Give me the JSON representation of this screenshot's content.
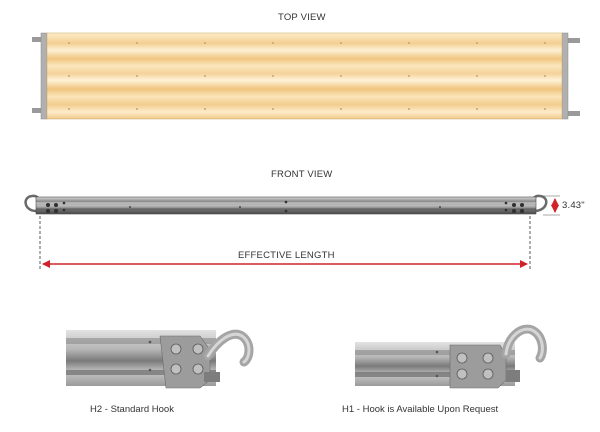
{
  "labels": {
    "top_view": "TOP VIEW",
    "front_view": "FRONT VIEW",
    "effective_length": "EFFECTIVE LENGTH",
    "height_dimension": "3.43\""
  },
  "captions": {
    "h2": "H2 - Standard Hook",
    "h1": "H1 - Hook is Available Upon Request"
  },
  "colors": {
    "plank_light": "#fbe7c0",
    "plank_dark": "#eec684",
    "frame": "#8a8a8a",
    "dimension_red": "#d2232a",
    "metal_light": "#c9c9c9",
    "metal_dark": "#5b5b5b"
  }
}
